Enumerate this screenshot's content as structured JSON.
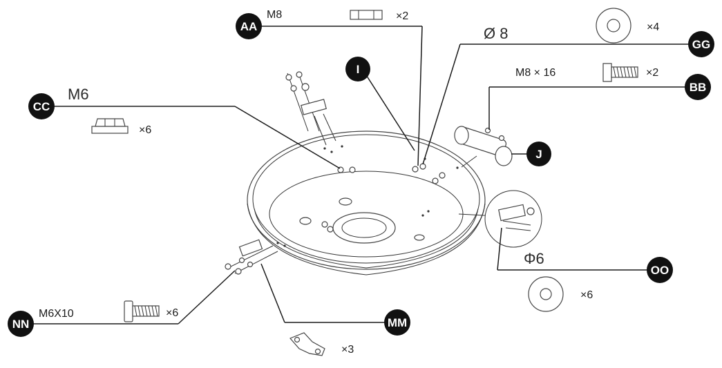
{
  "badges": {
    "aa": "AA",
    "gg": "GG",
    "bb": "BB",
    "i": "I",
    "cc": "CC",
    "j": "J",
    "oo": "OO",
    "nn": "NN",
    "mm": "MM"
  },
  "labels": {
    "aa_size": "M8",
    "aa_qty": "×2",
    "gg_qty": "×4",
    "gg_size": "Ø 8",
    "bb_size": "M8 × 16",
    "bb_qty": "×2",
    "cc_size": "M6",
    "cc_qty": "×6",
    "oo_size": "Φ6",
    "oo_qty": "×6",
    "nn_size": "M6X10",
    "nn_qty": "×6",
    "mm_qty": "×3"
  }
}
